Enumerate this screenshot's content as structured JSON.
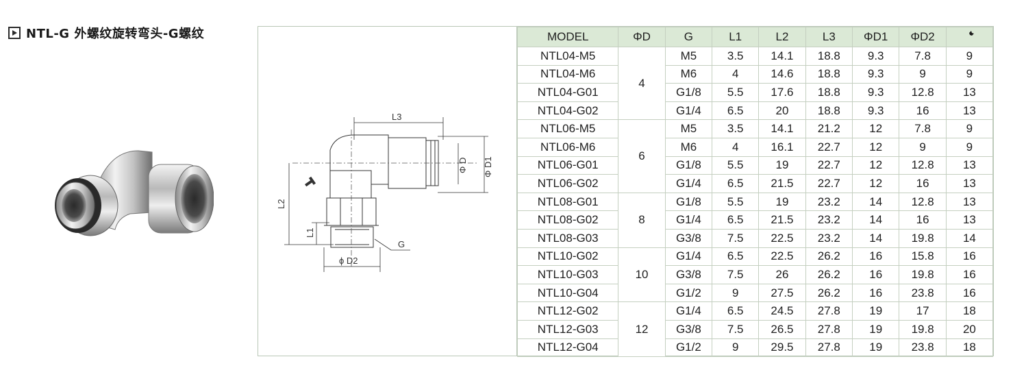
{
  "title": "NTL-G 外螺纹旋转弯头-G螺纹",
  "icons": {
    "title_marker": "play-triangle-icon",
    "wrench_column": "wrench-icon"
  },
  "colors": {
    "header_bg": "#dbe9d6",
    "border": "#c4cfc0"
  },
  "drawing": {
    "L3": "L3",
    "L2": "L2",
    "L1": "L1",
    "D": "Φ D",
    "D1": "Φ D1",
    "D2": "ϕ D2",
    "G": "G"
  },
  "table": {
    "headers": [
      "MODEL",
      "ΦD",
      "G",
      "L1",
      "L2",
      "L3",
      "ΦD1",
      "ΦD2"
    ],
    "groups": [
      {
        "phi_d": "4",
        "rows": [
          [
            "NTL04-M5",
            "M5",
            "3.5",
            "14.1",
            "18.8",
            "9.3",
            "7.8",
            "9"
          ],
          [
            "NTL04-M6",
            "M6",
            "4",
            "14.6",
            "18.8",
            "9.3",
            "9",
            "9"
          ],
          [
            "NTL04-G01",
            "G1/8",
            "5.5",
            "17.6",
            "18.8",
            "9.3",
            "12.8",
            "13"
          ],
          [
            "NTL04-G02",
            "G1/4",
            "6.5",
            "20",
            "18.8",
            "9.3",
            "16",
            "13"
          ]
        ]
      },
      {
        "phi_d": "6",
        "rows": [
          [
            "NTL06-M5",
            "M5",
            "3.5",
            "14.1",
            "21.2",
            "12",
            "7.8",
            "9"
          ],
          [
            "NTL06-M6",
            "M6",
            "4",
            "16.1",
            "22.7",
            "12",
            "9",
            "9"
          ],
          [
            "NTL06-G01",
            "G1/8",
            "5.5",
            "19",
            "22.7",
            "12",
            "12.8",
            "13"
          ],
          [
            "NTL06-G02",
            "G1/4",
            "6.5",
            "21.5",
            "22.7",
            "12",
            "16",
            "13"
          ]
        ]
      },
      {
        "phi_d": "8",
        "rows": [
          [
            "NTL08-G01",
            "G1/8",
            "5.5",
            "19",
            "23.2",
            "14",
            "12.8",
            "13"
          ],
          [
            "NTL08-G02",
            "G1/4",
            "6.5",
            "21.5",
            "23.2",
            "14",
            "16",
            "13"
          ],
          [
            "NTL08-G03",
            "G3/8",
            "7.5",
            "22.5",
            "23.2",
            "14",
            "19.8",
            "14"
          ]
        ]
      },
      {
        "phi_d": "10",
        "rows": [
          [
            "NTL10-G02",
            "G1/4",
            "6.5",
            "22.5",
            "26.2",
            "16",
            "15.8",
            "16"
          ],
          [
            "NTL10-G03",
            "G3/8",
            "7.5",
            "26",
            "26.2",
            "16",
            "19.8",
            "16"
          ],
          [
            "NTL10-G04",
            "G1/2",
            "9",
            "27.5",
            "26.2",
            "16",
            "23.8",
            "16"
          ]
        ]
      },
      {
        "phi_d": "12",
        "rows": [
          [
            "NTL12-G02",
            "G1/4",
            "6.5",
            "24.5",
            "27.8",
            "19",
            "17",
            "18"
          ],
          [
            "NTL12-G03",
            "G3/8",
            "7.5",
            "26.5",
            "27.8",
            "19",
            "19.8",
            "20"
          ],
          [
            "NTL12-G04",
            "G1/2",
            "9",
            "29.5",
            "27.8",
            "19",
            "23.8",
            "18"
          ]
        ]
      }
    ]
  }
}
